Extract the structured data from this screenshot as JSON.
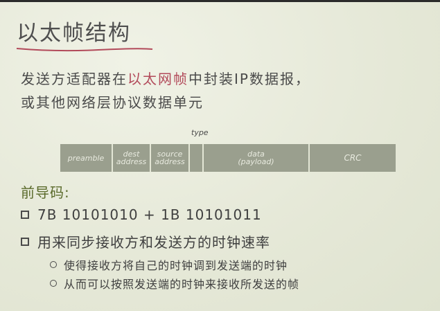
{
  "title": "以太帧结构",
  "intro": {
    "line1_pre": "发送方适配器在",
    "line1_highlight": "以太网帧",
    "line1_post": "中封装IP数据报，",
    "line2": "或其他网络层协议数据单元"
  },
  "frame": {
    "type_label": "type",
    "fields": {
      "preamble": "preamble",
      "dest_1": "dest",
      "dest_2": "address",
      "source_1": "source",
      "source_2": "address",
      "data_1": "data",
      "data_2": "(payload)",
      "crc": "CRC"
    }
  },
  "preamble_section": {
    "heading": "前导码:",
    "bullets": [
      "7B 10101010 + 1B 10101011",
      "用来同步接收方和发送方的时钟速率"
    ],
    "sub_bullets": [
      "使得接收方将自己的时钟调到发送端的时钟",
      "从而可以按照发送端的时钟来接收所发送的帧"
    ]
  },
  "colors": {
    "highlight": "#b24a5a",
    "frame_fill": "#9a9f8e",
    "underline": "#b24a5a",
    "subhead": "#5a6a2a"
  }
}
